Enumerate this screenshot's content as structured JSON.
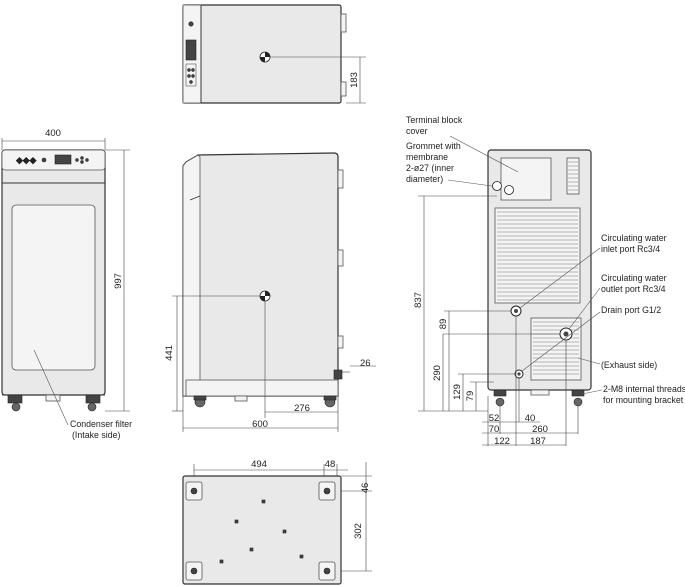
{
  "dimensions": {
    "top_depth": "183",
    "front_width": "400",
    "front_height": "997",
    "side_center_height": "441",
    "side_port_offset": "26",
    "side_center_depth": "276",
    "side_depth": "600",
    "bottom_width": "494",
    "bottom_edge": "48",
    "bottom_top_offset": "46",
    "bottom_depth": "302",
    "rear_height": "837",
    "rear_inlet": "89",
    "rear_outlet": "290",
    "rear_drain": "129",
    "rear_foot": "79",
    "rear_h52": "52",
    "rear_h40": "40",
    "rear_h70": "70",
    "rear_h260": "260",
    "rear_h122": "122",
    "rear_h187": "187"
  },
  "labels": {
    "condenser_1": "Condenser filter",
    "condenser_2": "(Intake side)",
    "terminal_1": "Terminal block",
    "terminal_2": "cover",
    "grommet_1": "Grommet with",
    "grommet_2": "membrane",
    "grommet_3": "2-ø27 (inner",
    "grommet_4": "diameter)",
    "inlet_1": "Circulating water",
    "inlet_2": "inlet port Rc3/4",
    "outlet_1": "Circulating water",
    "outlet_2": "outlet port Rc3/4",
    "drain": "Drain port G1/2",
    "exhaust": "(Exhaust side)",
    "threads_1": "2-M8 internal threads",
    "threads_2": "for mounting bracket"
  }
}
